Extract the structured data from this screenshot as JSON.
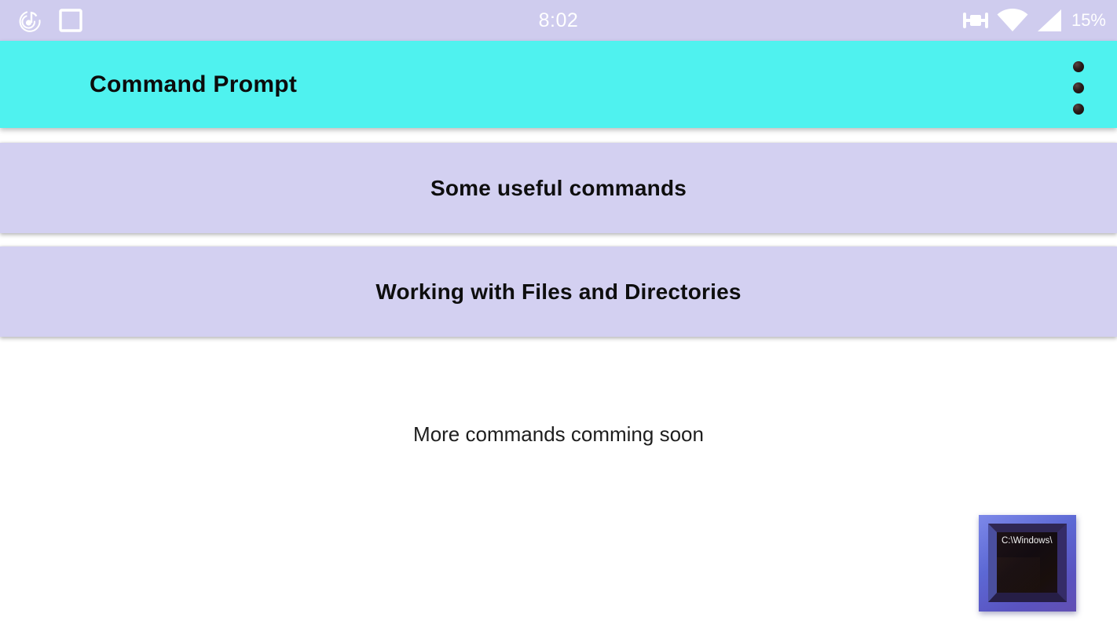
{
  "status_bar": {
    "time": "8:02",
    "battery": "15%",
    "icons": {
      "music_note": "notification music-note swirl icon",
      "screenshot_square": "square outline notification icon",
      "vibrate": "vibrate mode icon",
      "wifi": "wifi full signal icon",
      "cellular": "cellular signal triangle icon"
    }
  },
  "app_bar": {
    "title": "Command Prompt",
    "overflow_menu": "three-dot overflow menu"
  },
  "buttons": [
    {
      "label": "Some useful commands"
    },
    {
      "label": "Working with Files and Directories"
    }
  ],
  "content": {
    "message": "More commands comming soon"
  },
  "terminal_icon": {
    "screen_text": "C:\\Windows\\"
  },
  "colors": {
    "status_bar_bg": "#cfccee",
    "app_bar_bg": "#4ff2ef",
    "button_bg": "#d3d0f1",
    "page_bg": "#ffffff",
    "icon_frame_blue": "#5c68d4"
  }
}
